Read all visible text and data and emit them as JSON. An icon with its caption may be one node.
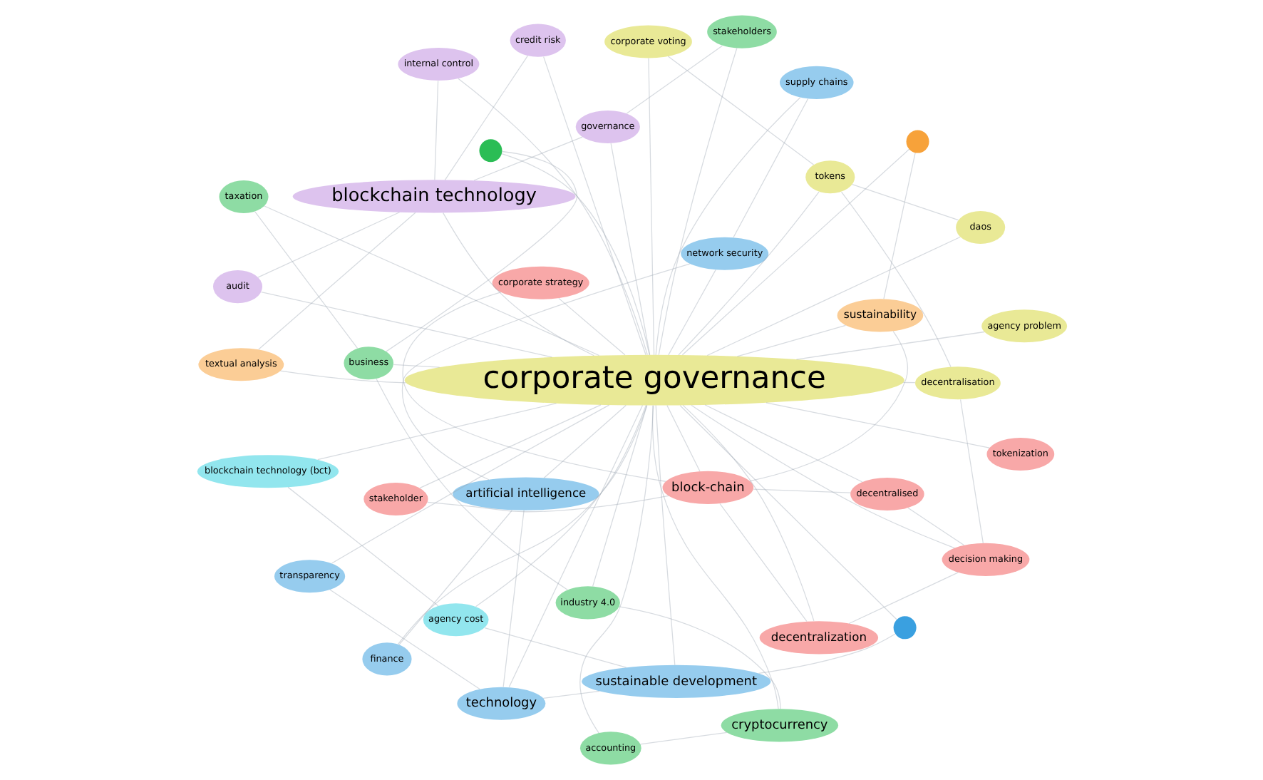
{
  "diagram": {
    "nodes": [
      {
        "text": [
          "corporate governance"
        ]
      },
      {
        "text": [
          "tokenization"
        ]
      },
      {
        "text": [
          "accounting"
        ]
      },
      {
        "text": [
          "blockchain technology (bct)"
        ]
      },
      {
        "text": [
          "cryptocurrency"
        ]
      },
      {
        "text": [
          "artificial intelligence"
        ]
      },
      {
        "text": [
          "finance"
        ]
      },
      {
        "text": [
          "network security"
        ]
      },
      {
        "text": [
          "agency cost"
        ]
      },
      {
        "text": [
          "technology"
        ]
      },
      {
        "text": [
          "industry 4.0"
        ]
      },
      {
        "text": [
          "transparency"
        ]
      },
      {
        "text": [
          "sustainable development"
        ]
      },
      {
        "text": [
          "agency problem"
        ]
      },
      {
        "text": [
          "supply chains"
        ]
      },
      {
        "text": [
          "business"
        ]
      },
      {
        "text": [
          "sustainability"
        ]
      },
      {
        "text": [
          "taxation"
        ]
      },
      {
        "text": [
          "stakeholder"
        ]
      },
      {
        "text": [
          "corporate strategy"
        ]
      },
      {
        "text": [
          "block-chain"
        ]
      },
      {
        "text": [
          "audit"
        ]
      },
      {
        "text": [
          "stakeholders"
        ]
      },
      {
        "text": [
          "governance"
        ]
      },
      {
        "text": [
          "internal control"
        ]
      },
      {
        "text": [
          "decentralization"
        ]
      },
      {
        "text": [
          "decentralised"
        ]
      },
      {
        "text": [
          "blockchain technology"
        ]
      },
      {
        "text": [
          "textual analysis"
        ]
      },
      {
        "text": [
          "decision making"
        ]
      },
      {
        "text": [
          "credit risk"
        ]
      },
      {
        "text": [
          "daos"
        ]
      },
      {
        "text": [
          "decentralisation"
        ]
      },
      {
        "text": [
          "corporate voting"
        ]
      },
      {
        "text": [
          "tokens"
        ]
      },
      {
        "text": [],
        "shape": "circle"
      },
      {
        "text": [],
        "shape": "circle"
      },
      {
        "text": [],
        "shape": "circle"
      }
    ],
    "edges": [
      {
        "from": 1,
        "to": 0,
        "arrow": "none"
      },
      {
        "from": 2,
        "to": 0,
        "arrow": "none"
      },
      {
        "from": 3,
        "to": 0,
        "arrow": "none"
      },
      {
        "from": 4,
        "to": 0,
        "arrow": "none"
      },
      {
        "from": 5,
        "to": 0,
        "arrow": "none"
      },
      {
        "from": 6,
        "to": 0,
        "arrow": "none"
      },
      {
        "from": 7,
        "to": 0,
        "arrow": "none"
      },
      {
        "from": 8,
        "to": 0,
        "arrow": "none"
      },
      {
        "from": 9,
        "to": 0,
        "arrow": "none"
      },
      {
        "from": 10,
        "to": 0,
        "arrow": "none"
      },
      {
        "from": 11,
        "to": 0,
        "arrow": "none"
      },
      {
        "from": 12,
        "to": 0,
        "arrow": "none"
      },
      {
        "from": 13,
        "to": 0,
        "arrow": "none"
      },
      {
        "from": 14,
        "to": 0,
        "arrow": "none"
      },
      {
        "from": 15,
        "to": 0,
        "arrow": "none"
      },
      {
        "from": 16,
        "to": 0,
        "arrow": "none"
      },
      {
        "from": 17,
        "to": 0,
        "arrow": "none"
      },
      {
        "from": 18,
        "to": 0,
        "arrow": "none"
      },
      {
        "from": 19,
        "to": 0,
        "arrow": "none"
      },
      {
        "from": 20,
        "to": 0,
        "arrow": "none"
      },
      {
        "from": 21,
        "to": 0,
        "arrow": "none"
      },
      {
        "from": 22,
        "to": 0,
        "arrow": "none"
      },
      {
        "from": 23,
        "to": 0,
        "arrow": "none"
      },
      {
        "from": 24,
        "to": 0,
        "arrow": "none"
      },
      {
        "from": 25,
        "to": 0,
        "arrow": "none"
      },
      {
        "from": 26,
        "to": 0,
        "arrow": "none"
      },
      {
        "from": 27,
        "to": 0,
        "arrow": "none"
      },
      {
        "from": 28,
        "to": 0,
        "arrow": "none"
      },
      {
        "from": 29,
        "to": 0,
        "arrow": "none"
      },
      {
        "from": 30,
        "to": 0,
        "arrow": "none"
      },
      {
        "from": 31,
        "to": 0,
        "arrow": "none"
      },
      {
        "from": 32,
        "to": 0,
        "arrow": "none"
      },
      {
        "from": 33,
        "to": 0,
        "arrow": "none"
      },
      {
        "from": 34,
        "to": 0,
        "arrow": "none"
      },
      {
        "from": 35,
        "to": 0,
        "arrow": "none"
      },
      {
        "from": 36,
        "to": 0,
        "arrow": "none"
      },
      {
        "from": 37,
        "to": 0,
        "arrow": "none"
      },
      {
        "from": 4,
        "to": 2,
        "arrow": "none"
      },
      {
        "from": 4,
        "to": 10,
        "arrow": "none"
      },
      {
        "from": 10,
        "to": 15,
        "arrow": "none"
      },
      {
        "from": 15,
        "to": 17,
        "arrow": "none"
      },
      {
        "from": 5,
        "to": 6,
        "arrow": "none"
      },
      {
        "from": 5,
        "to": 7,
        "arrow": "none"
      },
      {
        "from": 5,
        "to": 9,
        "arrow": "none"
      },
      {
        "from": 9,
        "to": 11,
        "arrow": "none"
      },
      {
        "from": 9,
        "to": 12,
        "arrow": "none"
      },
      {
        "from": 7,
        "to": 14,
        "arrow": "none"
      },
      {
        "from": 12,
        "to": 8,
        "arrow": "none"
      },
      {
        "from": 8,
        "to": 3,
        "arrow": "none"
      },
      {
        "from": 20,
        "to": 18,
        "arrow": "none"
      },
      {
        "from": 20,
        "to": 19,
        "arrow": "none"
      },
      {
        "from": 20,
        "to": 25,
        "arrow": "none"
      },
      {
        "from": 20,
        "to": 26,
        "arrow": "none"
      },
      {
        "from": 25,
        "to": 29,
        "arrow": "none"
      },
      {
        "from": 26,
        "to": 29,
        "arrow": "none"
      },
      {
        "from": 27,
        "to": 21,
        "arrow": "none"
      },
      {
        "from": 27,
        "to": 24,
        "arrow": "none"
      },
      {
        "from": 27,
        "to": 30,
        "arrow": "none"
      },
      {
        "from": 27,
        "to": 23,
        "arrow": "none"
      },
      {
        "from": 23,
        "to": 22,
        "arrow": "none"
      },
      {
        "from": 28,
        "to": 27,
        "arrow": "none"
      },
      {
        "from": 31,
        "to": 34,
        "arrow": "none"
      },
      {
        "from": 32,
        "to": 34,
        "arrow": "none"
      },
      {
        "from": 33,
        "to": 34,
        "arrow": "none"
      },
      {
        "from": 32,
        "to": 29,
        "arrow": "none"
      },
      {
        "from": 35,
        "to": 12,
        "arrow": "none"
      },
      {
        "from": 16,
        "to": 20,
        "arrow": "none"
      },
      {
        "from": 37,
        "to": 16,
        "arrow": "none"
      },
      {
        "from": 36,
        "to": 15,
        "arrow": "none"
      }
    ]
  }
}
